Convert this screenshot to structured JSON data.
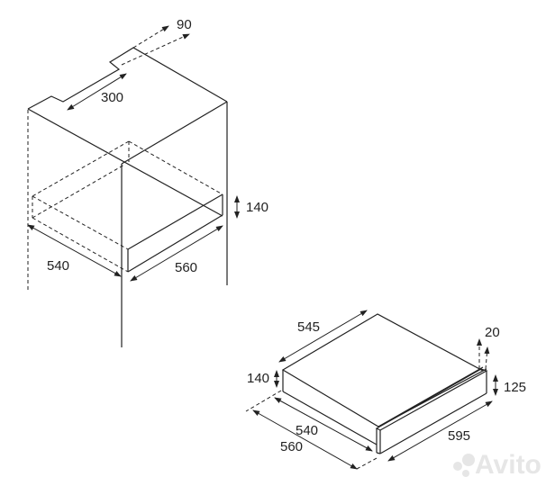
{
  "cabinet_diagram": {
    "dim_notch_depth": "90",
    "dim_notch_width": "300",
    "dim_niche_height": "140",
    "dim_niche_depth": "540",
    "dim_niche_width": "560"
  },
  "drawer_diagram": {
    "dim_depth": "545",
    "dim_height": "140",
    "dim_body_depth": "540",
    "dim_total_depth": "560",
    "dim_front_width": "595",
    "dim_front_height": "125",
    "dim_front_thickness": "20"
  },
  "watermark": "Avito"
}
